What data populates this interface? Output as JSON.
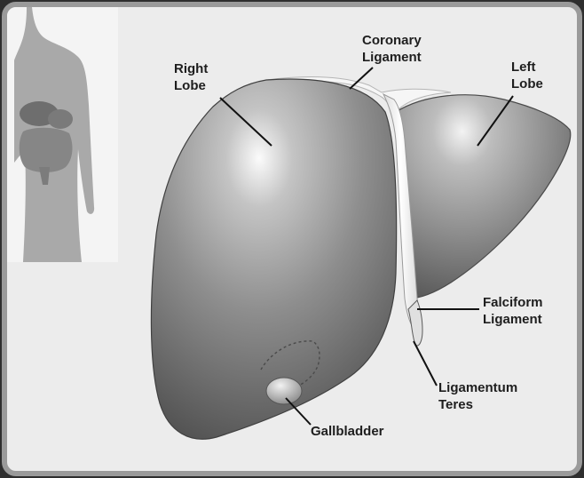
{
  "labels": {
    "right_lobe": [
      "Right",
      "Lobe"
    ],
    "coronary_ligament": [
      "Coronary",
      "Ligament"
    ],
    "left_lobe": [
      "Left",
      "Lobe"
    ],
    "falciform_ligament": [
      "Falciform",
      "Ligament"
    ],
    "ligamentum_teres": [
      "Ligamentum",
      "Teres"
    ],
    "gallbladder": "Gallbladder"
  },
  "colors": {
    "background": "#ececec",
    "frame_border": "#9a9a9a",
    "organ_fill": "#8c8c8c",
    "ligament_fill": "#f6f6f6",
    "inset_background": "#f4f4f4",
    "inset_body": "#a9a9a9"
  }
}
